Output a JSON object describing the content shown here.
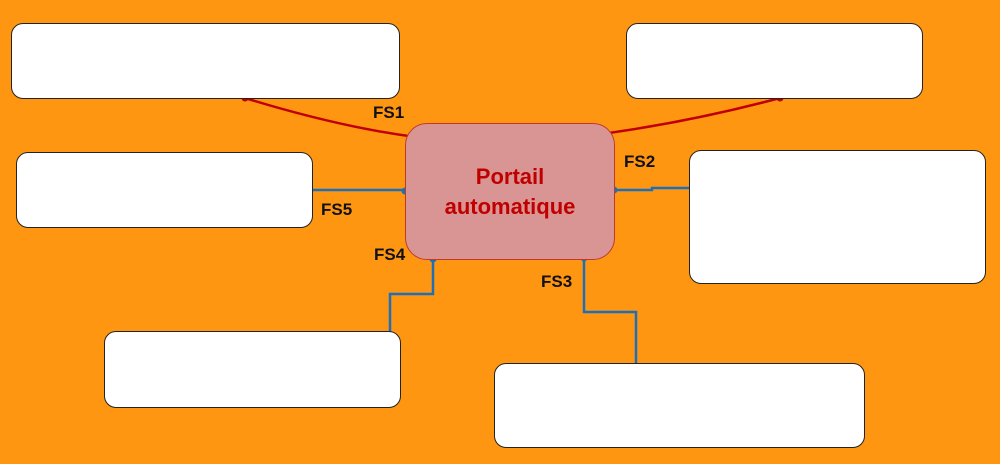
{
  "diagram": {
    "center": {
      "line1": "Portail",
      "line2": "automatique"
    },
    "labels": {
      "fs1": "FS1",
      "fs2": "FS2",
      "fs3": "FS3",
      "fs4": "FS4",
      "fs5": "FS5"
    },
    "boxes": {
      "top_left": "",
      "top_right": "",
      "mid_left": "",
      "mid_right": "",
      "bottom_left": "",
      "bottom_right": ""
    },
    "colors": {
      "background": "#ff9612",
      "center_fill": "#d99594",
      "center_text": "#c00000",
      "fs1_link": "#c00000",
      "other_links": "#1f6fb5"
    }
  }
}
